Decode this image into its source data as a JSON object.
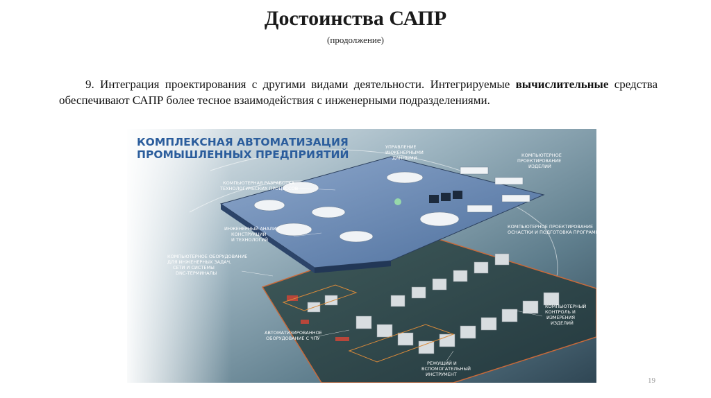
{
  "slide": {
    "title": "Достоинства САПР",
    "subtitle": "(продолжение)",
    "paragraph": {
      "number": "9.",
      "text_part1": "Интеграция проектирования с другими видами деятельности. Интегрируемые",
      "bold_word": "вычислительные",
      "text_part2": "средства обеспечивают САПР более тесное взаимодействия с инженерными подразделениями."
    },
    "page_number": "19"
  },
  "figure": {
    "heading_line1": "КОМПЛЕКСНАЯ АВТОМАТИЗАЦИЯ",
    "heading_line2": "ПРОМЫШЛЕННЫХ ПРЕДПРИЯТИЙ",
    "labels": {
      "data_mgmt_1": "УПРАВЛЕНИЕ",
      "data_mgmt_2": "ИНЖЕНЕРНЫМИ",
      "data_mgmt_3": "ДАННЫМИ",
      "cad_1": "КОМПЬЮТЕРНОЕ",
      "cad_2": "ПРОЕКТИРОВАНИЕ",
      "cad_3": "ИЗДЕЛИЙ",
      "tech_dev_1": "КОМПЬЮТЕРНАЯ РАЗРАБОТКА",
      "tech_dev_2": "ТЕХНОЛОГИЧЕСКИХ ПРОЦЕССОВ",
      "eng_analysis_1": "ИНЖЕНЕРНЫЙ АНАЛИЗ",
      "eng_analysis_2": "КОНСТРУКЦИЙ",
      "eng_analysis_3": "И ТЕХНОЛОГИЙ",
      "tooling_1": "КОМПЬЮТЕРНОЕ ПРОЕКТИРОВАНИЕ",
      "tooling_2": "ОСНАСТКИ И ПОДГОТОВКА ПРОГРАММ",
      "hardware_1": "КОМПЬЮТЕРНОЕ ОБОРУДОВАНИЕ",
      "hardware_2": "ДЛЯ ИНЖЕНЕРНЫХ ЗАДАЧ,",
      "hardware_3": "СЕТИ И СИСТЕМЫ",
      "hardware_4": "DNC-ТЕРМИНАЛЫ",
      "inspection_1": "КОМПЬЮТЕРНЫЙ",
      "inspection_2": "КОНТРОЛЬ И",
      "inspection_3": "ИЗМЕРЕНИЯ",
      "inspection_4": "ИЗДЕЛИЙ",
      "cnc_1": "АВТОМАТИЗИРОВАННОЕ",
      "cnc_2": "ОБОРУДОВАНИЕ С ЧПУ",
      "tools_1": "РЕЖУЩИЙ И",
      "tools_2": "ВСПОМОГАТЕЛЬНЫЙ",
      "tools_3": "ИНСТРУМЕНТ"
    }
  }
}
